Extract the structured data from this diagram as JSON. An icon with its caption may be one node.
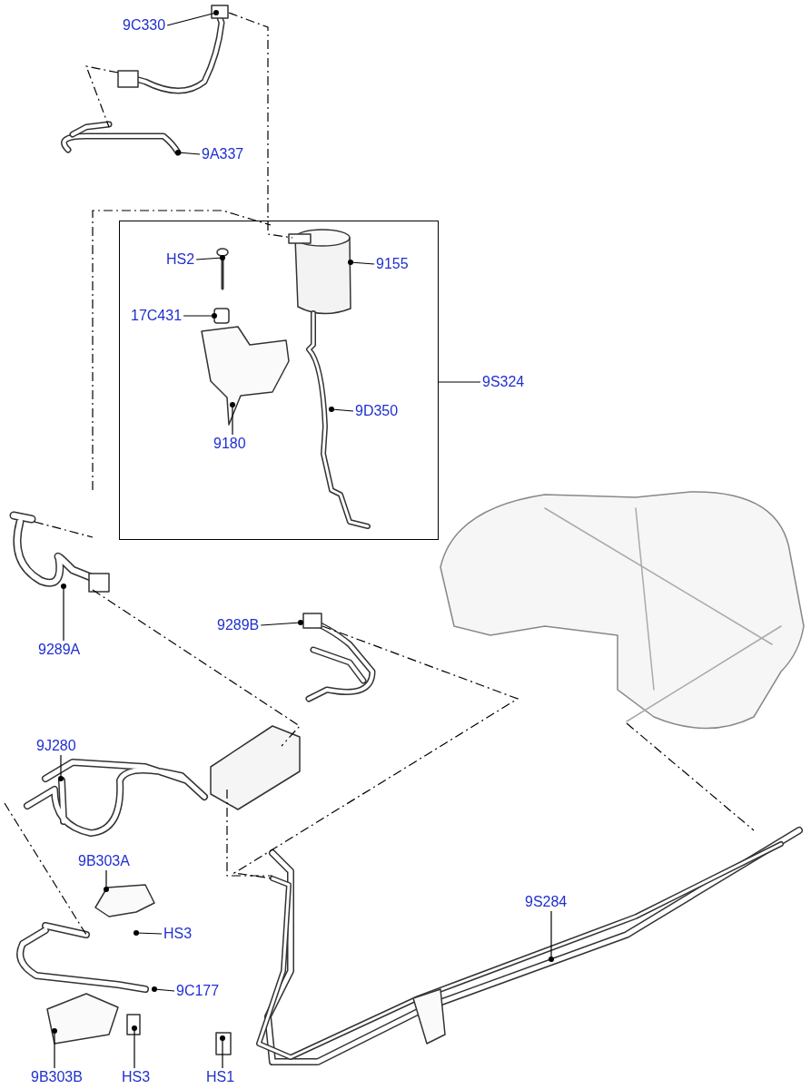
{
  "diagram": {
    "nodes": [
      {
        "text": [
          "9C330"
        ]
      },
      {
        "text": [
          "9A337"
        ]
      },
      {
        "text": [],
        "shape": "box"
      },
      {
        "text": [
          "HS2"
        ],
        "in": 2
      },
      {
        "text": [
          "9155"
        ],
        "in": 2
      },
      {
        "text": [
          "17C431"
        ],
        "in": 2
      },
      {
        "text": [
          "9D350"
        ],
        "in": 2
      },
      {
        "text": [
          "9180"
        ],
        "in": 2
      },
      {
        "text": [
          "9S324"
        ]
      },
      {
        "text": [
          "9289A"
        ]
      },
      {
        "text": [
          "9289B"
        ]
      },
      {
        "text": [
          "9J280"
        ]
      },
      {
        "text": [
          "9B303A"
        ]
      },
      {
        "text": [
          "HS3"
        ]
      },
      {
        "text": [
          "9S284"
        ]
      },
      {
        "text": [
          "9C177"
        ]
      },
      {
        "text": [
          "9B303B"
        ]
      },
      {
        "text": [
          "HS3"
        ]
      },
      {
        "text": [
          "HS1"
        ]
      }
    ],
    "edges": [
      {
        "from": 0,
        "to": null,
        "arrow": "other"
      },
      {
        "from": 1,
        "to": null,
        "arrow": "other"
      },
      {
        "from": 3,
        "to": null,
        "arrow": "other"
      },
      {
        "from": 4,
        "to": null,
        "arrow": "other"
      },
      {
        "from": 5,
        "to": null,
        "arrow": "other"
      },
      {
        "from": 6,
        "to": null,
        "arrow": "other"
      },
      {
        "from": 7,
        "to": null,
        "arrow": "other"
      },
      {
        "from": 8,
        "to": 2,
        "arrow": "none"
      },
      {
        "from": 9,
        "to": null,
        "arrow": "other"
      },
      {
        "from": 10,
        "to": null,
        "arrow": "other"
      },
      {
        "from": 11,
        "to": null,
        "arrow": "other"
      },
      {
        "from": 12,
        "to": null,
        "arrow": "other"
      },
      {
        "from": 13,
        "to": null,
        "arrow": "other"
      },
      {
        "from": 14,
        "to": null,
        "arrow": "other"
      },
      {
        "from": 15,
        "to": null,
        "arrow": "other"
      },
      {
        "from": 16,
        "to": null,
        "arrow": "other"
      },
      {
        "from": 17,
        "to": null,
        "arrow": "other"
      },
      {
        "from": 18,
        "to": null,
        "arrow": "other"
      }
    ]
  }
}
